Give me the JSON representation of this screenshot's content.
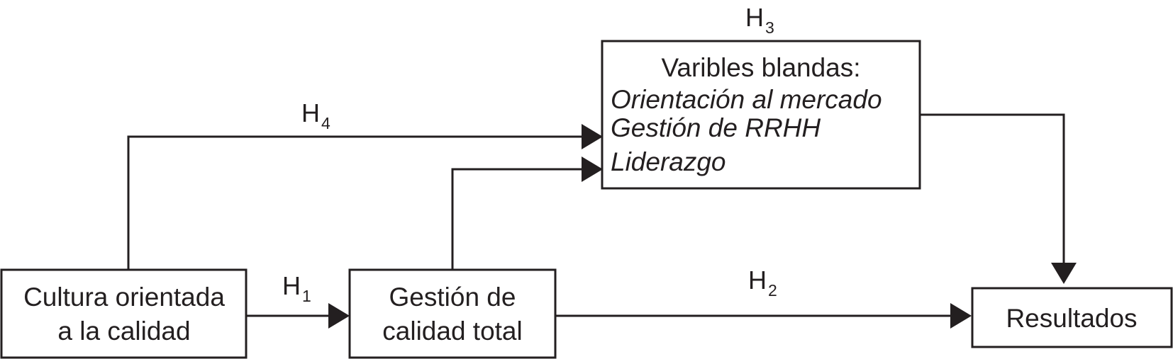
{
  "colors": {
    "ink": "#231f20",
    "background": "#ffffff"
  },
  "nodes": {
    "cultura": {
      "line1": "Cultura orientada",
      "line2": "a la calidad"
    },
    "gestion": {
      "line1": "Gestión de",
      "line2": "calidad total"
    },
    "varibles": {
      "title": "Varibles blandas:",
      "items": [
        "Orientación al mercado",
        "Gestión de RRHH",
        "Liderazgo"
      ]
    },
    "resultados": {
      "label": "Resultados"
    }
  },
  "hypotheses": {
    "h1": {
      "letter": "H",
      "sub": "1"
    },
    "h2": {
      "letter": "H",
      "sub": "2"
    },
    "h3": {
      "letter": "H",
      "sub": "3"
    },
    "h4": {
      "letter": "H",
      "sub": "4"
    }
  }
}
